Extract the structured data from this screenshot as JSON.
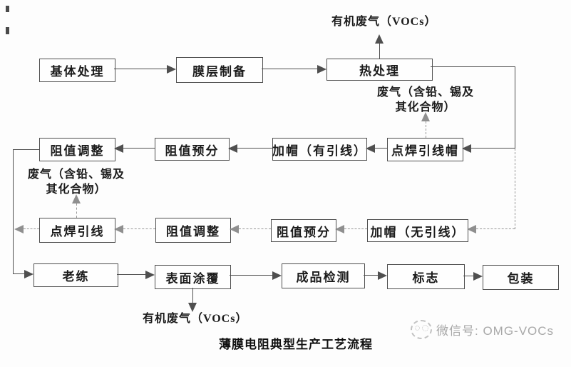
{
  "caption": "薄膜电阻典型生产工艺流程",
  "nodes": [
    {
      "id": "substrate-treatment",
      "label": "基体处理"
    },
    {
      "id": "film-layer-preparation",
      "label": "膜层制备"
    },
    {
      "id": "heat-treatment",
      "label": "热处理"
    },
    {
      "id": "resistance-adjustment-top",
      "label": "阻值调整"
    },
    {
      "id": "resistance-presorting-top",
      "label": "阻值预分"
    },
    {
      "id": "capping-with-leads",
      "label": "加帽（有引线）"
    },
    {
      "id": "spot-weld-lead-cap",
      "label": "点焊引线帽"
    },
    {
      "id": "spot-weld-leads",
      "label": "点焊引线"
    },
    {
      "id": "resistance-adjustment-mid",
      "label": "阻值调整"
    },
    {
      "id": "resistance-presorting-mid",
      "label": "阻值预分"
    },
    {
      "id": "capping-without-leads",
      "label": "加帽（无引线）"
    },
    {
      "id": "aging",
      "label": "老练"
    },
    {
      "id": "surface-coating",
      "label": "表面涂覆"
    },
    {
      "id": "finished-product-inspection",
      "label": "成品检测"
    },
    {
      "id": "marking",
      "label": "标志"
    },
    {
      "id": "packaging",
      "label": "包装"
    }
  ],
  "emission_labels": {
    "voc_top": "有机废气（VOCs）",
    "voc_bottom": "有机废气（VOCs）",
    "waste_right_line1": "废气（含铅、锡及",
    "waste_right_line2": "其化合物）",
    "waste_left_line1": "废气（含铅、锡及",
    "waste_left_line2": "其化合物）"
  },
  "watermark": {
    "text": "微信号: OMG-VOCs",
    "icon": "wechat-doodle-icon"
  },
  "colors": {
    "line": "#4f4f4f",
    "dashed_line": "#979797",
    "text": "#1b1b1b",
    "watermark_text": "#a8a8a8"
  }
}
